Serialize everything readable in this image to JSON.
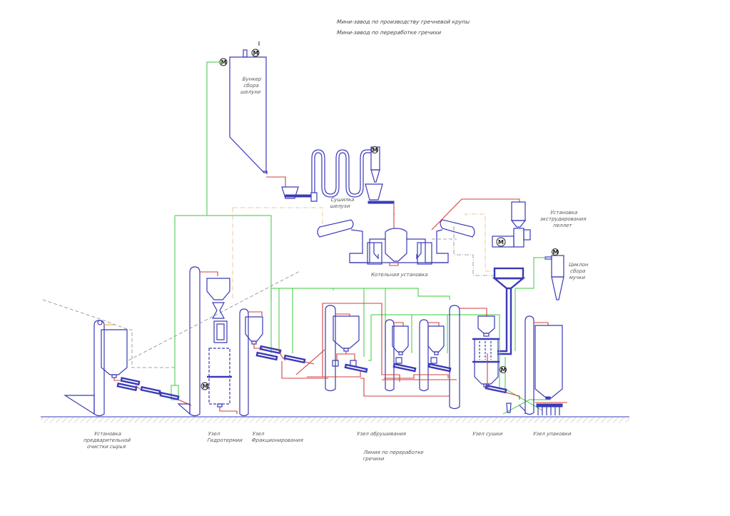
{
  "title": {
    "line1": "Мини-завод по производству гречневой крупы",
    "line2": "Мини-завод по переработке гречихи"
  },
  "labels": {
    "husk_bunker": "Бункер\nсбора\nшелухи",
    "husk_dryer": "Сушилка\nшелухи",
    "boiler": "Котельная установка",
    "pellet_extruder": "Установка\nэкструдирования\nпеллет",
    "flour_cyclone": "Циклон\nсбора\nмучки",
    "pre_cleaning": "Установка\nпредварительной\nочистки сырья",
    "hydrothermal": "Узел\nГидротермии",
    "fractionation": "Узел\nФракционирования",
    "hulling": "Узел обрушивания",
    "drying": "Узел сушки",
    "packing": "Узел упаковки",
    "line_caption": "Линия по переработке\nгречихи"
  },
  "motor_symbol": "M",
  "colors": {
    "equipment": "#3a3ab8",
    "aspiration": "#5fd35f",
    "product_flow": "#d04040",
    "steam": "#e8c79a",
    "auxiliary": "#888888"
  }
}
